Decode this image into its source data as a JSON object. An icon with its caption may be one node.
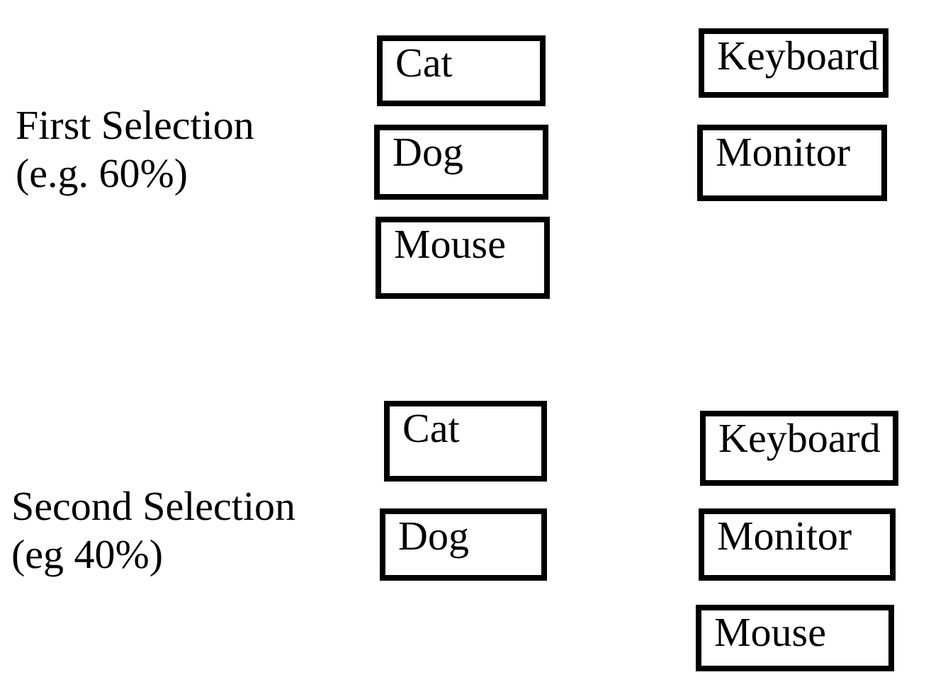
{
  "diagram": {
    "nodes": [
      {
        "text": [
          "Cat"
        ]
      },
      {
        "text": [
          "Dog"
        ]
      },
      {
        "text": [
          "Mouse"
        ]
      },
      {
        "text": [
          "Keyboard"
        ]
      },
      {
        "text": [
          "Monitor"
        ]
      },
      {
        "text": [
          "Cat"
        ]
      },
      {
        "text": [
          "Dog"
        ]
      },
      {
        "text": [
          "Keyboard"
        ]
      },
      {
        "text": [
          "Monitor"
        ]
      },
      {
        "text": [
          "Mouse"
        ]
      }
    ],
    "labels": [
      "First Selection (e.g. 60%)",
      "Second Selection (eg 40%)"
    ]
  }
}
